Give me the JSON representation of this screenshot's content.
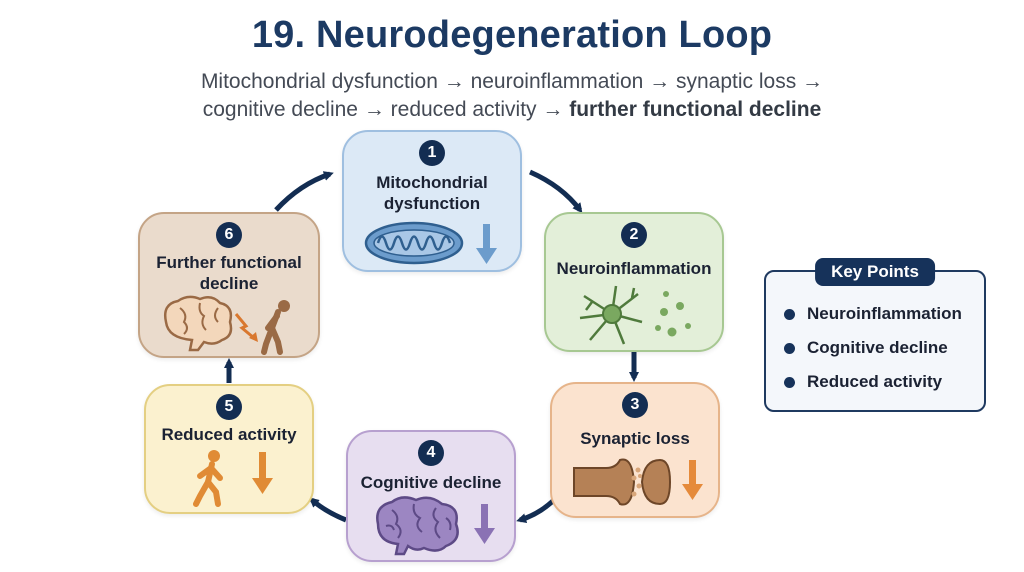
{
  "title": "19. Neurodegeneration Loop",
  "subtitle": {
    "line1": "Mitochondrial dysfunction → neuroinflammation → synaptic loss →",
    "line2_plain": "cognitive decline → reduced activity → ",
    "line2_bold": "further functional decline"
  },
  "nodes": [
    {
      "number": "1",
      "label_line1": "Mitochondrial",
      "label_line2": "dysfunction"
    },
    {
      "number": "2",
      "label_line1": "Neuroinflammation"
    },
    {
      "number": "3",
      "label_line1": "Synaptic loss"
    },
    {
      "number": "4",
      "label_line1": "Cognitive decline"
    },
    {
      "number": "5",
      "label_line1": "Reduced activity"
    },
    {
      "number": "6",
      "label_line1": "Further functional",
      "label_line2": "decline"
    }
  ],
  "key_points": {
    "title": "Key Points",
    "items": [
      "Neuroinflammation",
      "Cognitive decline",
      "Reduced activity"
    ]
  },
  "colors": {
    "mito": "#dce9f6",
    "neuro": "#e3efd9",
    "synaptic": "#fbe3cf",
    "cognitive": "#e7def0",
    "activity": "#fbf1cf",
    "further": "#eadbcc",
    "accent_dark": "#132d52"
  },
  "icons": [
    "mitochondrion-icon",
    "down-arrow-icon",
    "neuron-icon",
    "synapse-icon",
    "brain-icon",
    "walking-person-icon",
    "declining-person-icon"
  ]
}
